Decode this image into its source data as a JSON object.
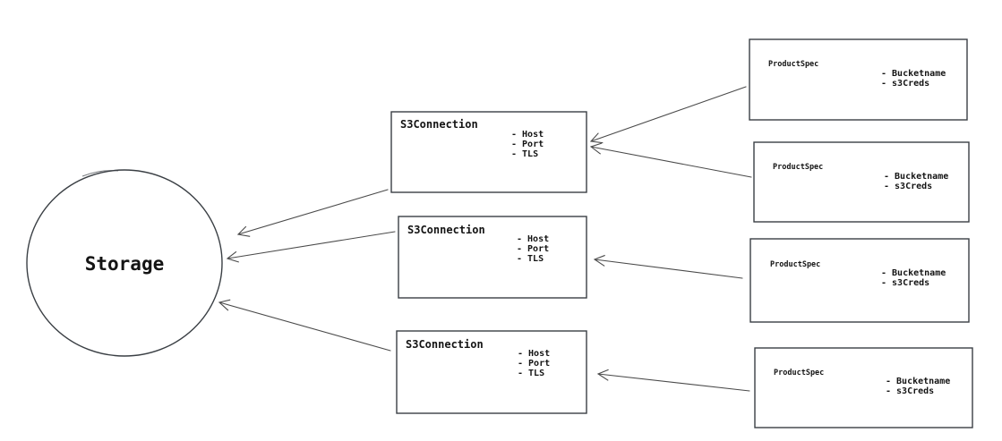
{
  "colors": {
    "stroke": "#3a3f44",
    "arrow": "#4a4a4a",
    "text": "#141414",
    "background": "#ffffff"
  },
  "diagram": {
    "storage": {
      "label": "Storage"
    },
    "s3_connections": [
      {
        "title": "S3Connection",
        "attributes": [
          "- Host",
          "- Port",
          "- TLS"
        ]
      },
      {
        "title": "S3Connection",
        "attributes": [
          "- Host",
          "- Port",
          "- TLS"
        ]
      },
      {
        "title": "S3Connection",
        "attributes": [
          "- Host",
          "- Port",
          "- TLS"
        ]
      }
    ],
    "product_specs": [
      {
        "title": "ProductSpec",
        "attributes": [
          "- Bucketname",
          "- s3Creds"
        ]
      },
      {
        "title": "ProductSpec",
        "attributes": [
          "- Bucketname",
          "- s3Creds"
        ]
      },
      {
        "title": "ProductSpec",
        "attributes": [
          "- Bucketname",
          "- s3Creds"
        ]
      },
      {
        "title": "ProductSpec",
        "attributes": [
          "- Bucketname",
          "- s3Creds"
        ]
      }
    ],
    "edges": [
      {
        "from": "ProductSpec 1",
        "to": "S3Connection 1"
      },
      {
        "from": "ProductSpec 2",
        "to": "S3Connection 1"
      },
      {
        "from": "ProductSpec 3",
        "to": "S3Connection 2"
      },
      {
        "from": "ProductSpec 4",
        "to": "S3Connection 3"
      },
      {
        "from": "S3Connection 1",
        "to": "Storage"
      },
      {
        "from": "S3Connection 2",
        "to": "Storage"
      },
      {
        "from": "S3Connection 3",
        "to": "Storage"
      }
    ]
  }
}
